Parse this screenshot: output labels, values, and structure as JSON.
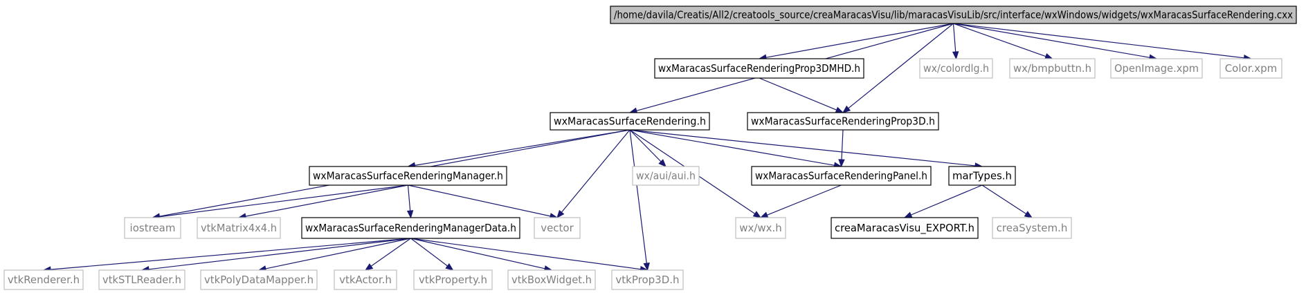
{
  "diagram": {
    "nodes": [
      {
        "id": "root",
        "label": "/home/davila/Creatis/All2/creatools_source/creaMaracasVisu/lib/maracasVisuLib/src/interface/wxWindows/widgets/wxMaracasSurfaceRendering.cxx",
        "style": "root"
      },
      {
        "id": "wmsr",
        "label": "wxMaracasSurfaceRendering.h",
        "style": "solid"
      },
      {
        "id": "p3dm",
        "label": "wxMaracasSurfaceRenderingProp3DMHD.h",
        "style": "solid"
      },
      {
        "id": "cdlg",
        "label": "wx/colordlg.h",
        "style": "ext"
      },
      {
        "id": "bmpb",
        "label": "wx/bmpbuttn.h",
        "style": "ext"
      },
      {
        "id": "oxpm",
        "label": "OpenImage.xpm",
        "style": "ext"
      },
      {
        "id": "cxpm",
        "label": "Color.xpm",
        "style": "ext"
      },
      {
        "id": "p3d",
        "label": "wxMaracasSurfaceRenderingProp3D.h",
        "style": "solid"
      },
      {
        "id": "mgr",
        "label": "wxMaracasSurfaceRenderingManager.h",
        "style": "solid"
      },
      {
        "id": "aui",
        "label": "wx/aui/aui.h",
        "style": "ext"
      },
      {
        "id": "pnl",
        "label": "wxMaracasSurfaceRenderingPanel.h",
        "style": "solid"
      },
      {
        "id": "mar",
        "label": "marTypes.h",
        "style": "solid"
      },
      {
        "id": "ios",
        "label": "iostream",
        "style": "ext"
      },
      {
        "id": "mtx",
        "label": "vtkMatrix4x4.h",
        "style": "ext"
      },
      {
        "id": "mgd",
        "label": "wxMaracasSurfaceRenderingManagerData.h",
        "style": "solid"
      },
      {
        "id": "vec",
        "label": "vector",
        "style": "ext"
      },
      {
        "id": "wxh",
        "label": "wx/wx.h",
        "style": "ext"
      },
      {
        "id": "exp",
        "label": "creaMaracasVisu_EXPORT.h",
        "style": "solid"
      },
      {
        "id": "csys",
        "label": "creaSystem.h",
        "style": "ext"
      },
      {
        "id": "ren",
        "label": "vtkRenderer.h",
        "style": "ext"
      },
      {
        "id": "stl",
        "label": "vtkSTLReader.h",
        "style": "ext"
      },
      {
        "id": "pdm",
        "label": "vtkPolyDataMapper.h",
        "style": "ext"
      },
      {
        "id": "act",
        "label": "vtkActor.h",
        "style": "ext"
      },
      {
        "id": "prp",
        "label": "vtkProperty.h",
        "style": "ext"
      },
      {
        "id": "box",
        "label": "vtkBoxWidget.h",
        "style": "ext"
      },
      {
        "id": "p3dv",
        "label": "vtkProp3D.h",
        "style": "ext"
      }
    ],
    "edges": [
      [
        "root",
        "wmsr"
      ],
      [
        "root",
        "p3dm"
      ],
      [
        "root",
        "cdlg"
      ],
      [
        "root",
        "bmpb"
      ],
      [
        "root",
        "oxpm"
      ],
      [
        "root",
        "cxpm"
      ],
      [
        "root",
        "p3d"
      ],
      [
        "p3dm",
        "p3d"
      ],
      [
        "wmsr",
        "ios"
      ],
      [
        "wmsr",
        "mgr"
      ],
      [
        "wmsr",
        "vec"
      ],
      [
        "wmsr",
        "p3dv"
      ],
      [
        "wmsr",
        "aui"
      ],
      [
        "wmsr",
        "wxh"
      ],
      [
        "wmsr",
        "pnl"
      ],
      [
        "wmsr",
        "mar"
      ],
      [
        "p3d",
        "pnl"
      ],
      [
        "mgr",
        "ios"
      ],
      [
        "mgr",
        "mtx"
      ],
      [
        "mgr",
        "mgd"
      ],
      [
        "mgr",
        "vec"
      ],
      [
        "pnl",
        "wxh"
      ],
      [
        "mar",
        "exp"
      ],
      [
        "mar",
        "csys"
      ],
      [
        "mgd",
        "ren"
      ],
      [
        "mgd",
        "stl"
      ],
      [
        "mgd",
        "pdm"
      ],
      [
        "mgd",
        "act"
      ],
      [
        "mgd",
        "prp"
      ],
      [
        "mgd",
        "box"
      ],
      [
        "mgd",
        "p3dv"
      ]
    ]
  }
}
